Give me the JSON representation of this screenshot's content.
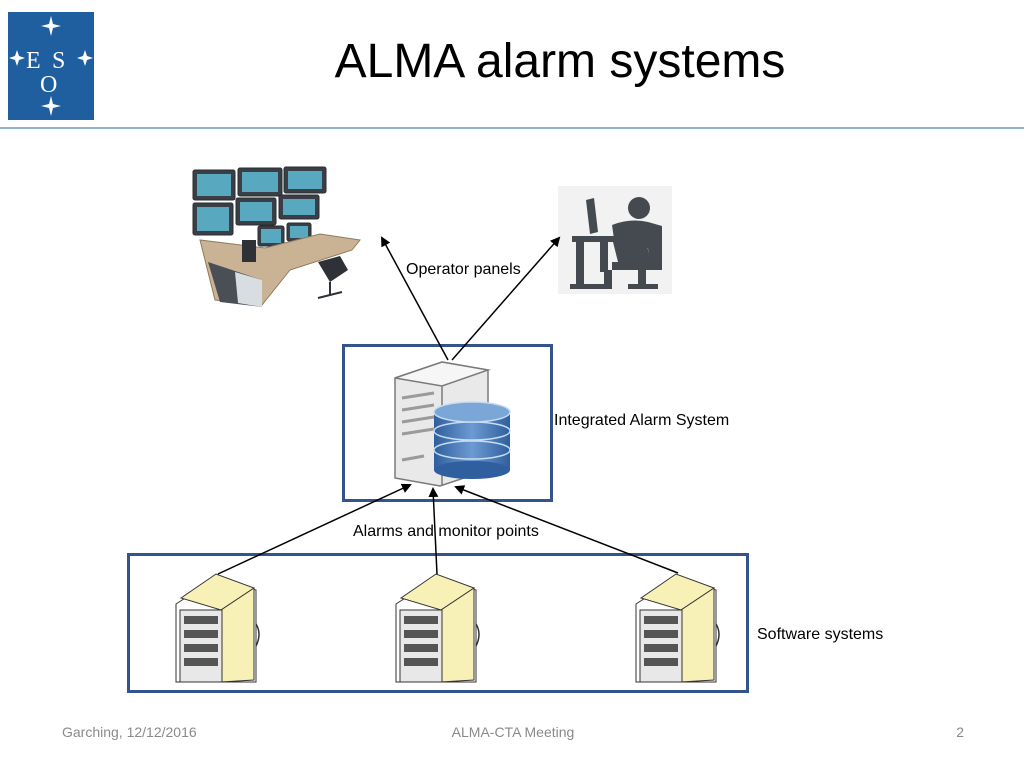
{
  "slide": {
    "title": "ALMA alarm systems",
    "logo_text": "ESO"
  },
  "diagram": {
    "operator_panels_label": "Operator panels",
    "ias_label": "Integrated Alarm System",
    "alarms_label": "Alarms and monitor points",
    "software_label": "Software systems",
    "icons": [
      "control-room-icon",
      "operator-desk-icon",
      "server-database-icon",
      "server-rack-icon"
    ]
  },
  "footer": {
    "left": "Garching, 12/12/2016",
    "center": "ALMA-CTA Meeting",
    "page": "2"
  },
  "colors": {
    "logo_blue": "#1f5fa0",
    "box_border": "#34558b",
    "rule": "#8fb3cc",
    "database_blue": "#3f72b4",
    "rack_yellow": "#f7f1b8",
    "footer_text": "#8a8a8a"
  }
}
